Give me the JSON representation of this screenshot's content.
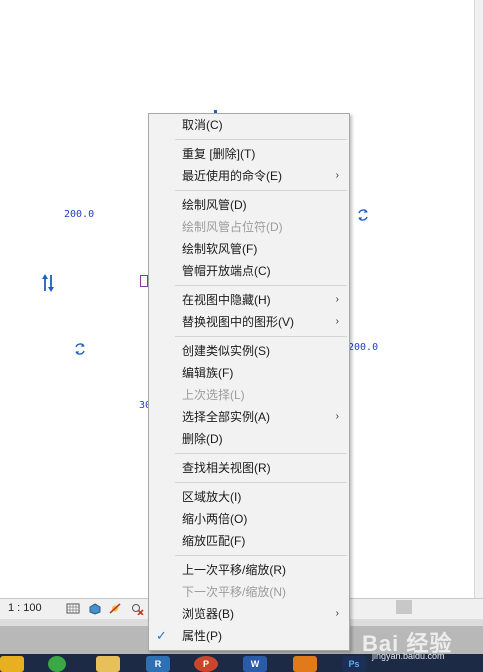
{
  "canvas": {
    "dims": {
      "top_left": "200.0",
      "right": "200.0",
      "bottom_partial": "30"
    },
    "icons": [
      "rotate-icon",
      "flip-arrows-icon",
      "rotate-icon",
      "rotate-icon"
    ]
  },
  "status": {
    "scale": "1 : 100"
  },
  "taskbar": {
    "apps": [
      "Windows",
      "360",
      "Explorer",
      "Revit",
      "PowerPoint",
      "Word",
      "Media",
      "Photoshop"
    ],
    "app_letters": [
      "",
      "",
      "",
      "R",
      "P",
      "W",
      "",
      "Ps"
    ],
    "watermark": "Bai 经验",
    "watermark_sub": "jingyan.baidu.com"
  },
  "menu": {
    "groups": [
      [
        {
          "label": "取消(C)"
        }
      ],
      [
        {
          "label": "重复 [删除](T)"
        },
        {
          "label": "最近使用的命令(E)",
          "submenu": true
        }
      ],
      [
        {
          "label": "绘制风管(D)"
        },
        {
          "label": "绘制风管占位符(D)",
          "disabled": true
        },
        {
          "label": "绘制软风管(F)"
        },
        {
          "label": "管帽开放端点(C)"
        }
      ],
      [
        {
          "label": "在视图中隐藏(H)",
          "submenu": true
        },
        {
          "label": "替换视图中的图形(V)",
          "submenu": true
        }
      ],
      [
        {
          "label": "创建类似实例(S)"
        },
        {
          "label": "编辑族(F)"
        },
        {
          "label": "上次选择(L)",
          "disabled": true
        },
        {
          "label": "选择全部实例(A)",
          "submenu": true
        },
        {
          "label": "删除(D)"
        }
      ],
      [
        {
          "label": "查找相关视图(R)"
        }
      ],
      [
        {
          "label": "区域放大(I)"
        },
        {
          "label": "缩小两倍(O)"
        },
        {
          "label": "缩放匹配(F)"
        }
      ],
      [
        {
          "label": "上一次平移/缩放(R)"
        },
        {
          "label": "下一次平移/缩放(N)",
          "disabled": true
        },
        {
          "label": "浏览器(B)",
          "submenu": true
        },
        {
          "label": "属性(P)",
          "checked": true
        }
      ]
    ]
  },
  "colors": {
    "dimension_text": "#1f3fbf",
    "menu_bg": "#f2f2f2",
    "check": "#2b73c9",
    "disabled_text": "#9c9c9c"
  }
}
